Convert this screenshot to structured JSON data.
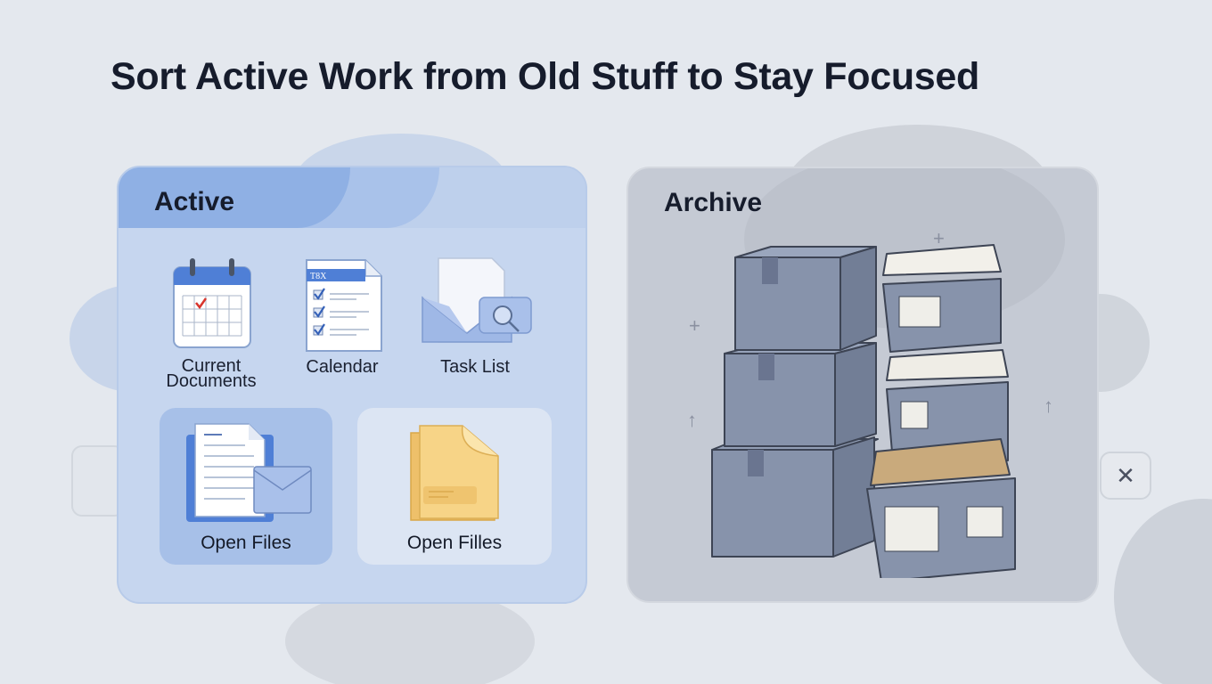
{
  "title": "Sort Active Work from Old Stuff to Stay Focused",
  "active": {
    "heading": "Active",
    "icons": [
      {
        "label": "Current Documents",
        "icon": "calendar-icon"
      },
      {
        "label": "Calendar",
        "icon": "task-checklist-icon",
        "badge": "T8X"
      },
      {
        "label": "Task List",
        "icon": "envelope-search-icon"
      }
    ],
    "tiles": [
      {
        "label": "Open Files",
        "icon": "document-envelope-icon",
        "state": "selected"
      },
      {
        "label": "Open Filles",
        "icon": "yellow-folder-icon",
        "state": "default"
      }
    ]
  },
  "archive": {
    "heading": "Archive",
    "illustration": "stacked-boxes-and-overflowing-file-bins"
  },
  "controls": {
    "close_glyph": "✕"
  },
  "colors": {
    "background": "#e4e8ee",
    "active_panel": "#c6d6ef",
    "active_accent": "#8fb0e4",
    "archive_panel": "#c5cad4",
    "box_gray": "#7f8ba3",
    "folder_yellow": "#f5cf7a",
    "check_red": "#d8342c"
  }
}
